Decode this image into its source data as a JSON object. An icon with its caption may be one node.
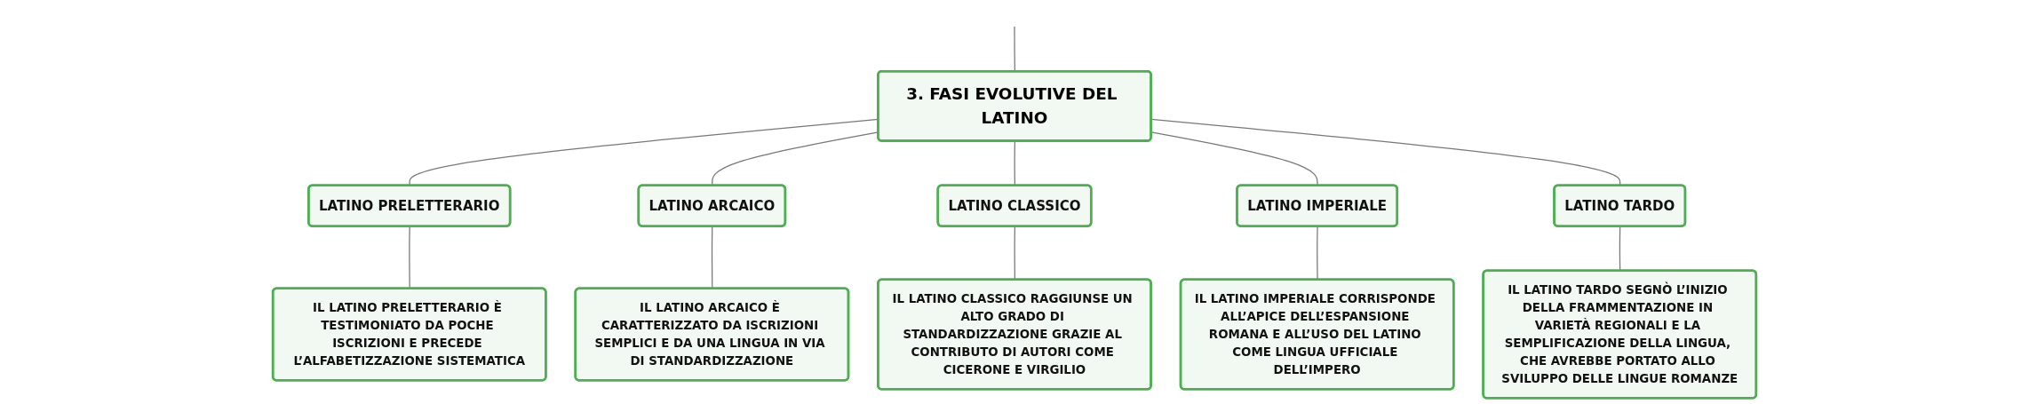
{
  "diagram": {
    "nodes": [
      {
        "text": [
          "3. FASI EVOLUTIVE DEL LATINO"
        ]
      },
      {
        "text": [
          "LATINO PRELETTERARIO"
        ]
      },
      {
        "text": [
          "LATINO ARCAICO"
        ]
      },
      {
        "text": [
          "LATINO CLASSICO"
        ]
      },
      {
        "text": [
          "LATINO IMPERIALE"
        ]
      },
      {
        "text": [
          "LATINO TARDO"
        ]
      },
      {
        "text": [
          "IL LATINO PRELETTERARIO È TESTIMONIATO DA POCHE ISCRIZIONI E PRECEDE L’ALFABETIZZAZIONE SISTEMATICA"
        ]
      },
      {
        "text": [
          "IL LATINO ARCAICO È CARATTERIZZATO DA ISCRIZIONI SEMPLICI E DA UNA LINGUA IN VIA DI STANDARDIZZAZIONE"
        ]
      },
      {
        "text": [
          "IL LATINO CLASSICO RAGGIUNSE UN ALTO GRADO DI STANDARDIZZAZIONE GRAZIE AL CONTRIBUTO DI AUTORI COME CICERONE E VIRGILIO"
        ]
      },
      {
        "text": [
          "IL LATINO IMPERIALE CORRISPONDE ALL’APICE DELL’ESPANSIONE ROMANA E ALL’USO DEL LATINO COME LINGUA UFFICIALE DELL’IMPERO"
        ]
      },
      {
        "text": [
          "IL LATINO TARDO SEGNÒ L’INIZIO DELLA FRAMMENTAZIONE IN VARIETÀ REGIONALI E LA SEMPLIFICAZIONE DELLA LINGUA, CHE AVREBBE PORTATO ALLO SVILUPPO DELLE LINGUE ROMANZE"
        ]
      }
    ],
    "edges": [
      {
        "from": null,
        "to": 0,
        "arrow": "none"
      },
      {
        "from": 0,
        "to": 1,
        "arrow": "none"
      },
      {
        "from": 0,
        "to": 2,
        "arrow": "none"
      },
      {
        "from": 0,
        "to": 3,
        "arrow": "none"
      },
      {
        "from": 0,
        "to": 4,
        "arrow": "none"
      },
      {
        "from": 0,
        "to": 5,
        "arrow": "none"
      },
      {
        "from": 1,
        "to": 6,
        "arrow": "none"
      },
      {
        "from": 2,
        "to": 7,
        "arrow": "none"
      },
      {
        "from": 3,
        "to": 8,
        "arrow": "none"
      },
      {
        "from": 4,
        "to": 9,
        "arrow": "none"
      },
      {
        "from": 5,
        "to": 10,
        "arrow": "none"
      }
    ]
  }
}
